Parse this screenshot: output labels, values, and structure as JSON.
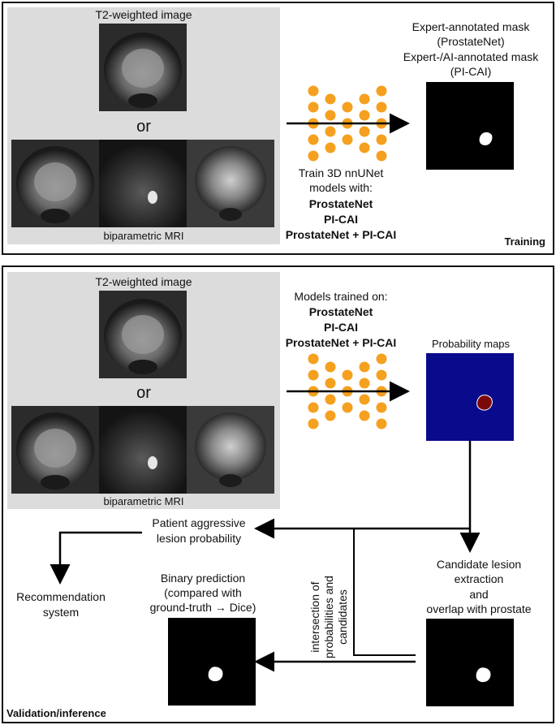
{
  "training": {
    "t2_label": "T2-weighted image",
    "or_label": "or",
    "bp_label": "biparametric MRI",
    "mask_title_line1": "Expert-annotated mask",
    "mask_title_line2": "(ProstateNet)",
    "mask_title_line3": "Expert-/AI-annotated mask",
    "mask_title_line4": "(PI-CAI)",
    "train_line1": "Train 3D nnUNet",
    "train_line2": "models with:",
    "dataset1": "ProstateNet",
    "dataset2": "PI-CAI",
    "dataset3": "ProstateNet + PI-CAI",
    "panel_label": "Training"
  },
  "inference": {
    "t2_label": "T2-weighted image",
    "or_label": "or",
    "bp_label": "biparametric MRI",
    "models_line": "Models trained on:",
    "dataset1": "ProstateNet",
    "dataset2": "PI-CAI",
    "dataset3": "ProstateNet + PI-CAI",
    "prob_maps_label": "Probability maps",
    "patient_line1": "Patient aggressive",
    "patient_line2": "lesion probability",
    "recommend_line1": "Recommendation",
    "recommend_line2": "system",
    "binary_line1": "Binary prediction",
    "binary_line2": "(compared with",
    "binary_line3": "ground-truth → Dice)",
    "intersection_line1": "intersection of",
    "intersection_line2": "probabilities and",
    "intersection_line3": "candidates",
    "candidate_line1": "Candidate lesion",
    "candidate_line2": "extraction",
    "candidate_line3": "and",
    "candidate_line4": "overlap with prostate",
    "panel_label": "Validation/inference"
  },
  "colors": {
    "node": "#f5a01f",
    "prob_bg": "#0a0a8c",
    "lesion": "#7a0a0a",
    "mask_bg": "#000000",
    "input_bg": "#dcdcdc"
  }
}
